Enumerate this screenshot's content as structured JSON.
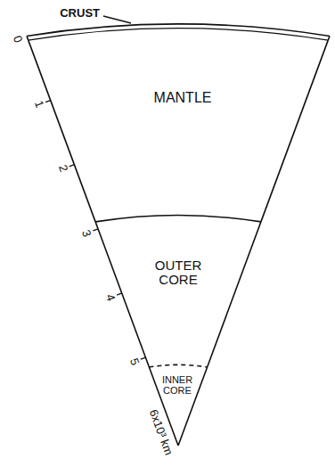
{
  "diagram": {
    "nodes": [
      {
        "text": [
          "CRUST"
        ]
      },
      {
        "text": [
          "MANTLE"
        ]
      },
      {
        "text": [
          "OUTER CORE"
        ]
      },
      {
        "text": [
          "INNER CORE"
        ]
      }
    ],
    "labels": [
      "0",
      "1",
      "2",
      "3",
      "4",
      "5",
      "6x10³ km"
    ]
  }
}
